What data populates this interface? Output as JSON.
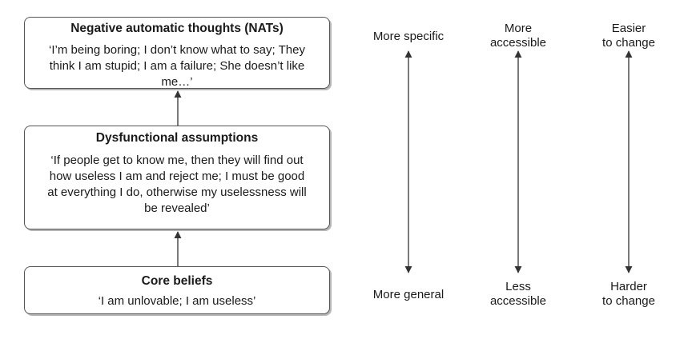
{
  "boxes": {
    "nats": {
      "title": "Negative automatic thoughts (NATs)",
      "text": "‘I’m being boring; I don’t know what to say; They think I am stupid; I am a failure; She doesn’t like me…’"
    },
    "dysfunctional": {
      "title": "Dysfunctional assumptions",
      "text": "‘If people get to know me, then they will find out how useless I am and reject me; I must be good at everything I do, otherwise my uselessness will be revealed’"
    },
    "core": {
      "title": "Core beliefs",
      "text": "‘I am unlovable; I am useless’"
    }
  },
  "scales": {
    "specificity": {
      "top": "More specific",
      "bottom": "More general"
    },
    "accessibility": {
      "top_line1": "More",
      "top_line2": "accessible",
      "bottom_line1": "Less",
      "bottom_line2": "accessible"
    },
    "change": {
      "top_line1": "Easier",
      "top_line2": "to change",
      "bottom_line1": "Harder",
      "bottom_line2": "to change"
    }
  },
  "colors": {
    "stroke": "#333333",
    "border": "#555555",
    "shadow": "#b5b5b5"
  }
}
